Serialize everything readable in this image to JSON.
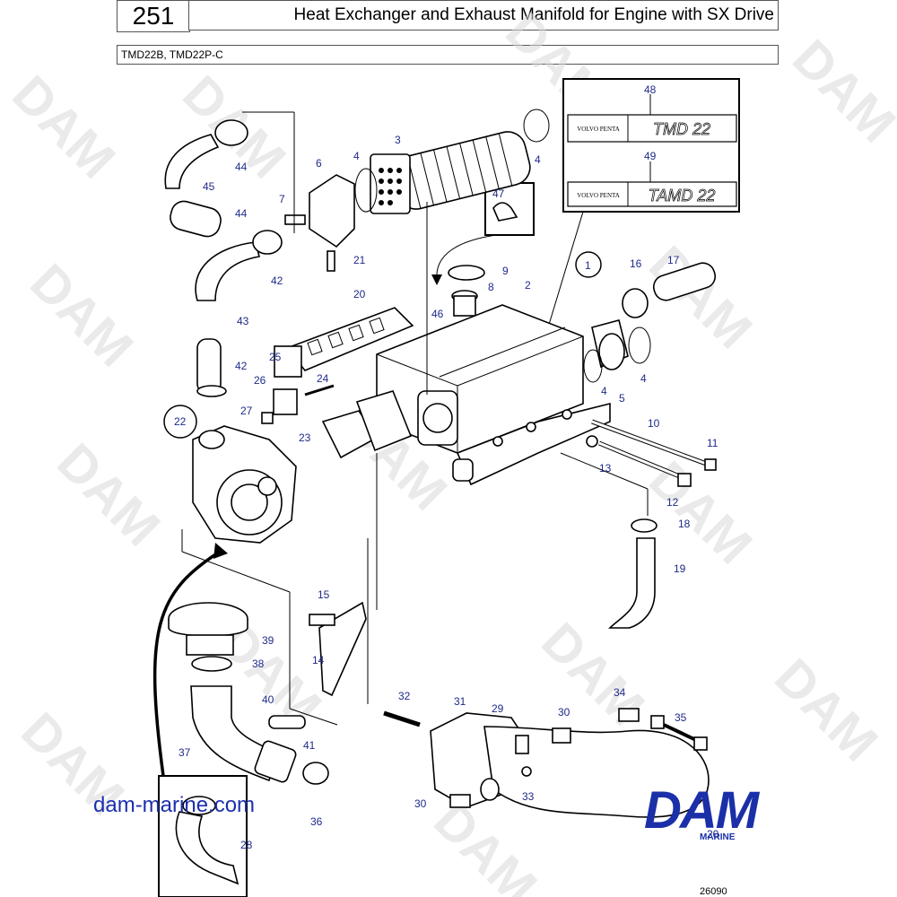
{
  "header": {
    "page_number": "251",
    "title": "Heat Exchanger and Exhaust Manifold for Engine with SX Drive",
    "models": "TMD22B, TMD22P-C"
  },
  "inset": {
    "badge_top_brand": "VOLVO PENTA",
    "badge_top_model": "TMD 22",
    "badge_bottom_brand": "VOLVO PENTA",
    "badge_bottom_model": "TAMD 22"
  },
  "callouts": [
    {
      "id": "c48",
      "text": "48"
    },
    {
      "id": "c49",
      "text": "49"
    },
    {
      "id": "c3",
      "text": "3"
    },
    {
      "id": "c4a",
      "text": "4"
    },
    {
      "id": "c4b",
      "text": "4"
    },
    {
      "id": "c6",
      "text": "6"
    },
    {
      "id": "c44a",
      "text": "44"
    },
    {
      "id": "c45",
      "text": "45"
    },
    {
      "id": "c44b",
      "text": "44"
    },
    {
      "id": "c7",
      "text": "7"
    },
    {
      "id": "c47",
      "text": "47"
    },
    {
      "id": "c21",
      "text": "21"
    },
    {
      "id": "c42a",
      "text": "42"
    },
    {
      "id": "c9",
      "text": "9"
    },
    {
      "id": "c8",
      "text": "8"
    },
    {
      "id": "c2",
      "text": "2"
    },
    {
      "id": "c46",
      "text": "46"
    },
    {
      "id": "c1",
      "text": "1"
    },
    {
      "id": "c16",
      "text": "16"
    },
    {
      "id": "c17",
      "text": "17"
    },
    {
      "id": "c20",
      "text": "20"
    },
    {
      "id": "c43",
      "text": "43"
    },
    {
      "id": "c25",
      "text": "25"
    },
    {
      "id": "c42b",
      "text": "42"
    },
    {
      "id": "c24",
      "text": "24"
    },
    {
      "id": "c26",
      "text": "26"
    },
    {
      "id": "c4c",
      "text": "4"
    },
    {
      "id": "c4d",
      "text": "4"
    },
    {
      "id": "c5",
      "text": "5"
    },
    {
      "id": "c27",
      "text": "27"
    },
    {
      "id": "c22",
      "text": "22"
    },
    {
      "id": "c10",
      "text": "10"
    },
    {
      "id": "c23",
      "text": "23"
    },
    {
      "id": "c11",
      "text": "11"
    },
    {
      "id": "c13",
      "text": "13"
    },
    {
      "id": "c12",
      "text": "12"
    },
    {
      "id": "c18",
      "text": "18"
    },
    {
      "id": "c19",
      "text": "19"
    },
    {
      "id": "c15",
      "text": "15"
    },
    {
      "id": "c39",
      "text": "39"
    },
    {
      "id": "c14",
      "text": "14"
    },
    {
      "id": "c38",
      "text": "38"
    },
    {
      "id": "c32",
      "text": "32"
    },
    {
      "id": "c31",
      "text": "31"
    },
    {
      "id": "c29",
      "text": "29"
    },
    {
      "id": "c34",
      "text": "34"
    },
    {
      "id": "c40",
      "text": "40"
    },
    {
      "id": "c30a",
      "text": "30"
    },
    {
      "id": "c35",
      "text": "35"
    },
    {
      "id": "c41",
      "text": "41"
    },
    {
      "id": "c37",
      "text": "37"
    },
    {
      "id": "c33",
      "text": "33"
    },
    {
      "id": "c36",
      "text": "36"
    },
    {
      "id": "c30b",
      "text": "30"
    },
    {
      "id": "c28",
      "text": "28"
    },
    {
      "id": "c20b",
      "text": "20"
    }
  ],
  "watermark": "DAM",
  "site_url": "dam-marine.com",
  "logo": {
    "main": "DAM",
    "sub": "MARINE"
  },
  "drawing_ref": "26090"
}
